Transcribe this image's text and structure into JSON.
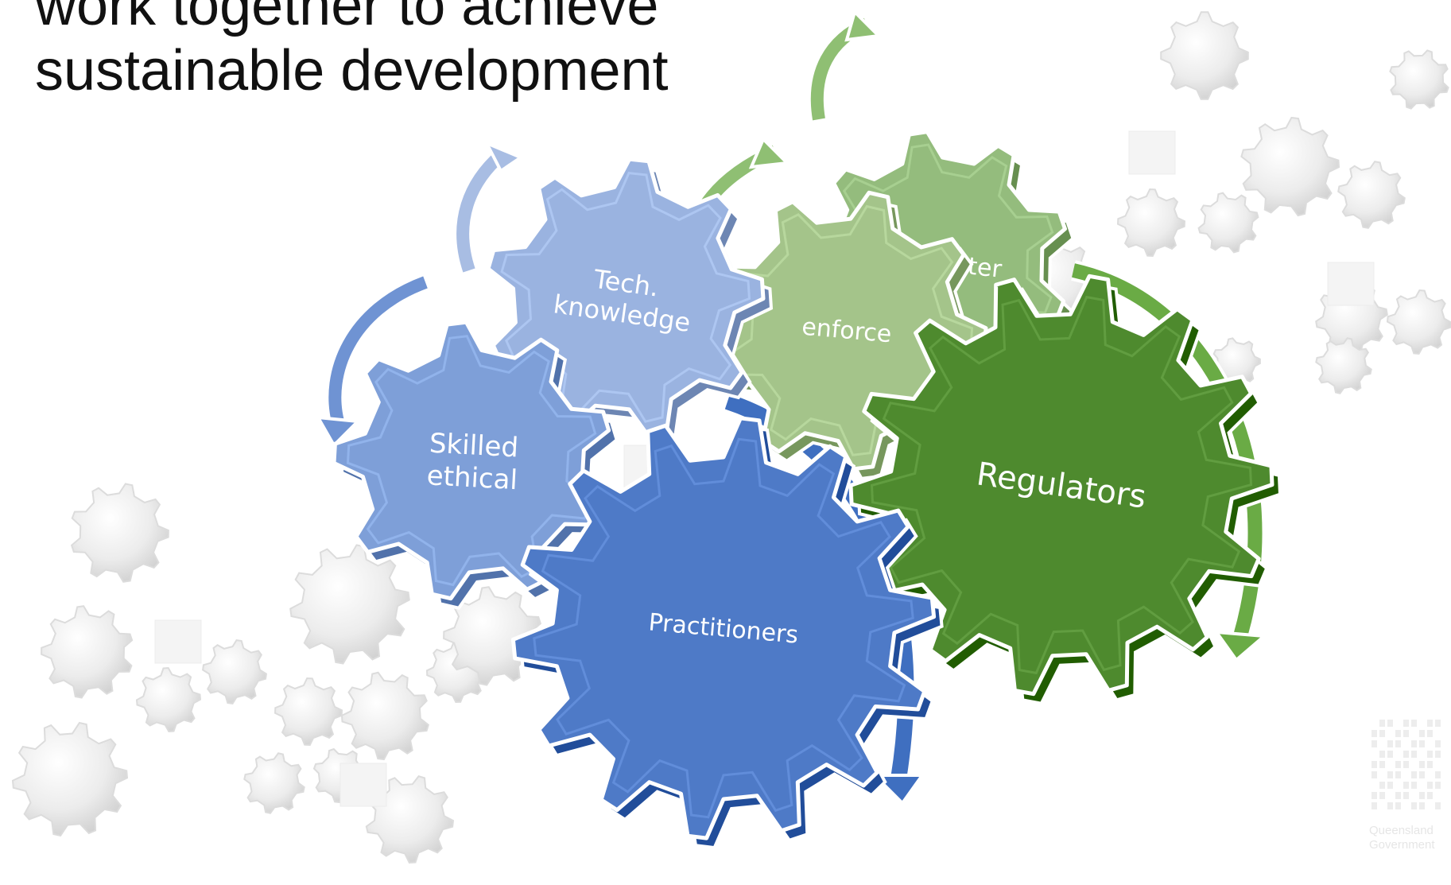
{
  "title": {
    "line1": "work together to achieve",
    "line2": "sustainable development"
  },
  "gears": {
    "practitioners": {
      "label": "Practitioners",
      "color": "#4E7AC7"
    },
    "regulators": {
      "label": "Regulators",
      "color": "#4E8A2E"
    },
    "skilled_ethical": {
      "line1": "Skilled",
      "line2": "ethical",
      "color": "#7E9FD8"
    },
    "tech_knowledge": {
      "line1": "Tech.",
      "line2": "knowledge",
      "color": "#9AB3E0"
    },
    "enforce": {
      "label": "enforce",
      "color": "#A4C48A"
    },
    "administer": {
      "label": "administer",
      "color": "#94BC7D"
    }
  },
  "logo": {
    "caption_line1": "Queensland",
    "caption_line2": "Government"
  }
}
